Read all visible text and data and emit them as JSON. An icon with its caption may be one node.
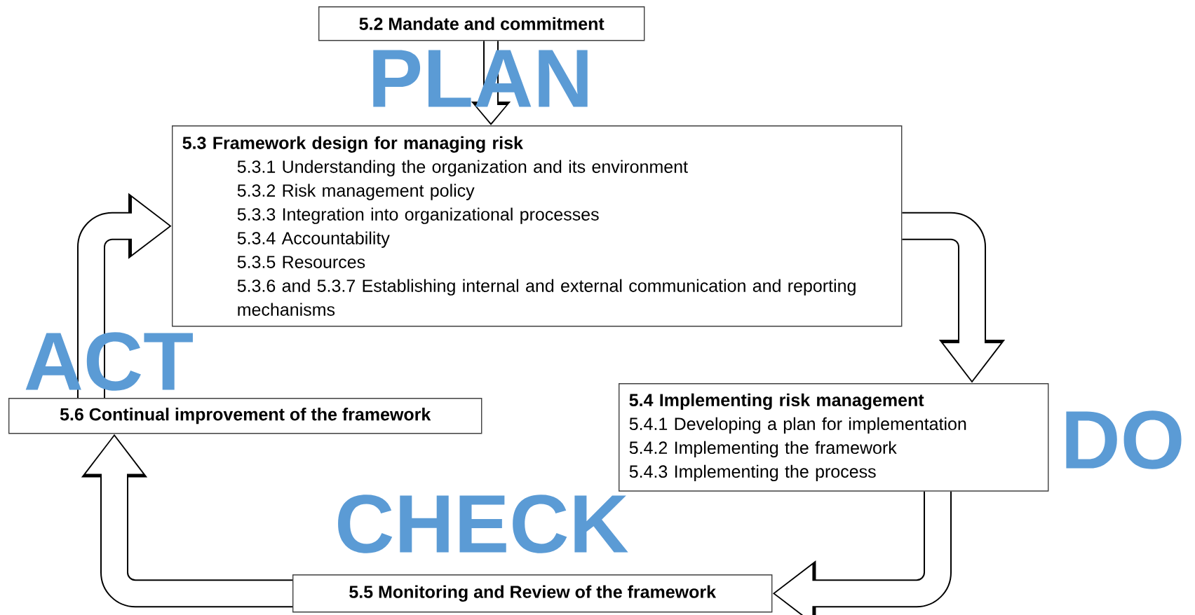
{
  "diagram": {
    "nodes": [
      {
        "text": [
          "5.2 Mandate and commitment"
        ]
      },
      {
        "text": [
          "5.3 Framework design for managing risk",
          "5.3.1 Understanding the organization and its environment",
          "5.3.2 Risk management policy",
          "5.3.3 Integration into organizational processes",
          "5.3.4 Accountability",
          "5.3.5 Resources",
          "5.3.6 and 5.3.7 Establishing internal and external communication and reporting mechanisms"
        ]
      },
      {
        "text": [
          "5.4 Implementing risk management",
          "5.4.1 Developing a plan for implementation",
          "5.4.2 Implementing the framework",
          "5.4.3 Implementing the process"
        ]
      },
      {
        "text": [
          "5.5 Monitoring and Review of the framework"
        ]
      },
      {
        "text": [
          "5.6 Continual improvement of the framework"
        ]
      }
    ],
    "edges": [
      {
        "from": 0,
        "to": 1,
        "arrow": "to"
      },
      {
        "from": 1,
        "to": 2,
        "arrow": "to"
      },
      {
        "from": 2,
        "to": 3,
        "arrow": "to"
      },
      {
        "from": 3,
        "to": 4,
        "arrow": "to"
      },
      {
        "from": 4,
        "to": 1,
        "arrow": "to"
      }
    ],
    "labels": [
      "PLAN",
      "ACT",
      "DO",
      "CHECK"
    ]
  }
}
